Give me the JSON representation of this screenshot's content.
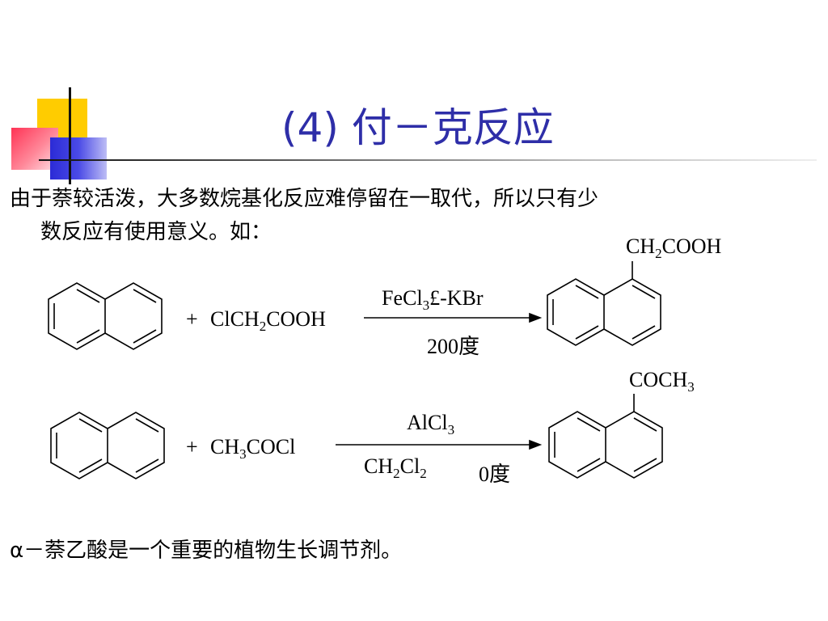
{
  "slide": {
    "title": "(4)  付－克反应",
    "intro_line1": "由于萘较活泼，大多数烷基化反应难停留在一取代，所以只有少",
    "intro_line2": "数反应有使用意义。如：",
    "footer": "α－萘乙酸是一个重要的植物生长调节剂。"
  },
  "reaction1": {
    "plus": "+",
    "reagent_main": "ClCH",
    "reagent_sub": "2",
    "reagent_tail": "COOH",
    "catalyst_main": "FeCl",
    "catalyst_sub": "3",
    "catalyst_tail": "£-KBr",
    "condition": "200度",
    "product_sub_main": "CH",
    "product_sub_sub": "2",
    "product_sub_tail": "COOH"
  },
  "reaction2": {
    "plus": "+",
    "reagent_main": "CH",
    "reagent_sub": "3",
    "reagent_tail": "COCl",
    "catalyst_main": "AlCl",
    "catalyst_sub": "3",
    "solvent_main": "CH",
    "solvent_sub1": "2",
    "solvent_mid": "Cl",
    "solvent_sub2": "2",
    "condition": "0度",
    "product_sub_main": "COCH",
    "product_sub_sub": "3"
  }
}
